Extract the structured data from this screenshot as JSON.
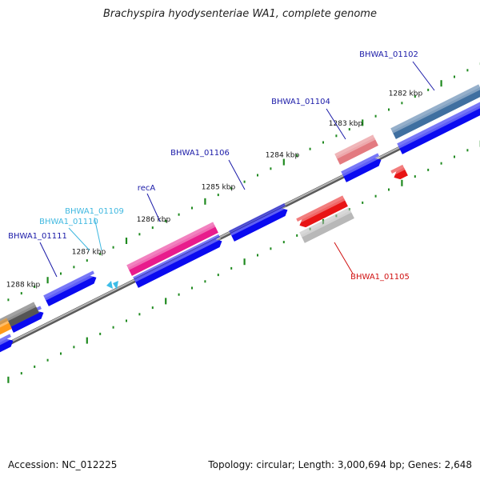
{
  "title": "Brachyspira hyodysenteriae WA1, complete genome",
  "footer": {
    "accession": "Accession: NC_012225",
    "summary": "Topology: circular; Length: 3,000,694 bp; Genes: 2,648"
  },
  "colors": {
    "backbone": "#8c8c8c",
    "tick": "#1f8a1f",
    "gene_blue": "#0a0af0",
    "steelblue": "#3f6fa0",
    "pink": "#e81c8c",
    "light_red": "#e37a80",
    "red": "#e81414",
    "grey": "#b8b8b8",
    "dark_grey": "#555555",
    "orange": "#ff9a1a",
    "cyan": "#3dbde8",
    "label_blue": "#1a1aa8",
    "label_cyan": "#3fb8e0",
    "label_red": "#d01010"
  },
  "scale_labels": [
    "1282 kbp",
    "1283 kbp",
    "1284 kbp",
    "1285 kbp",
    "1286 kbp",
    "1287 kbp",
    "1288 kbp"
  ],
  "gene_labels": [
    {
      "text": "BHWA1_01102",
      "color_key": "label_blue"
    },
    {
      "text": "BHWA1_01104",
      "color_key": "label_blue"
    },
    {
      "text": "BHWA1_01106",
      "color_key": "label_blue"
    },
    {
      "text": "recA",
      "color_key": "label_blue"
    },
    {
      "text": "BHWA1_01109",
      "color_key": "label_cyan"
    },
    {
      "text": "BHWA1_01110",
      "color_key": "label_cyan"
    },
    {
      "text": "BHWA1_01111",
      "color_key": "label_blue"
    },
    {
      "text": "BHWA1_01105",
      "color_key": "label_red"
    }
  ]
}
